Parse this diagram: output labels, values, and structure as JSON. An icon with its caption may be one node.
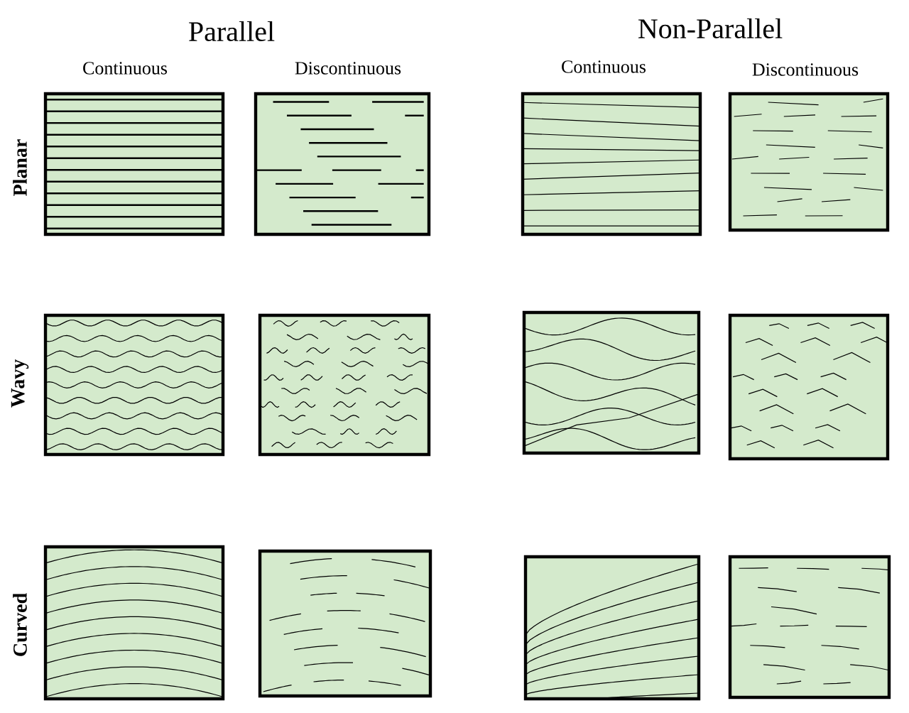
{
  "diagram": {
    "labels": [
      "Parallel",
      "Non-Parallel",
      "Continuous",
      "Discontinuous",
      "Continuous",
      "Discontinuous",
      "Planar",
      "Wavy",
      "Curved"
    ]
  }
}
